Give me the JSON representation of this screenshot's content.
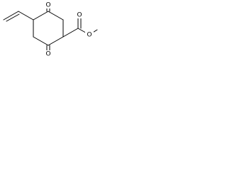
{
  "structure": {
    "atom_labels": {
      "ketone_top_oxygen": "O",
      "ketone_bottom_oxygen": "O",
      "ester_carbonyl_oxygen": "O",
      "ester_ether_oxygen": "O"
    }
  },
  "colors": {
    "bond": "#000000",
    "label": "#000000",
    "background": "#ffffff"
  }
}
